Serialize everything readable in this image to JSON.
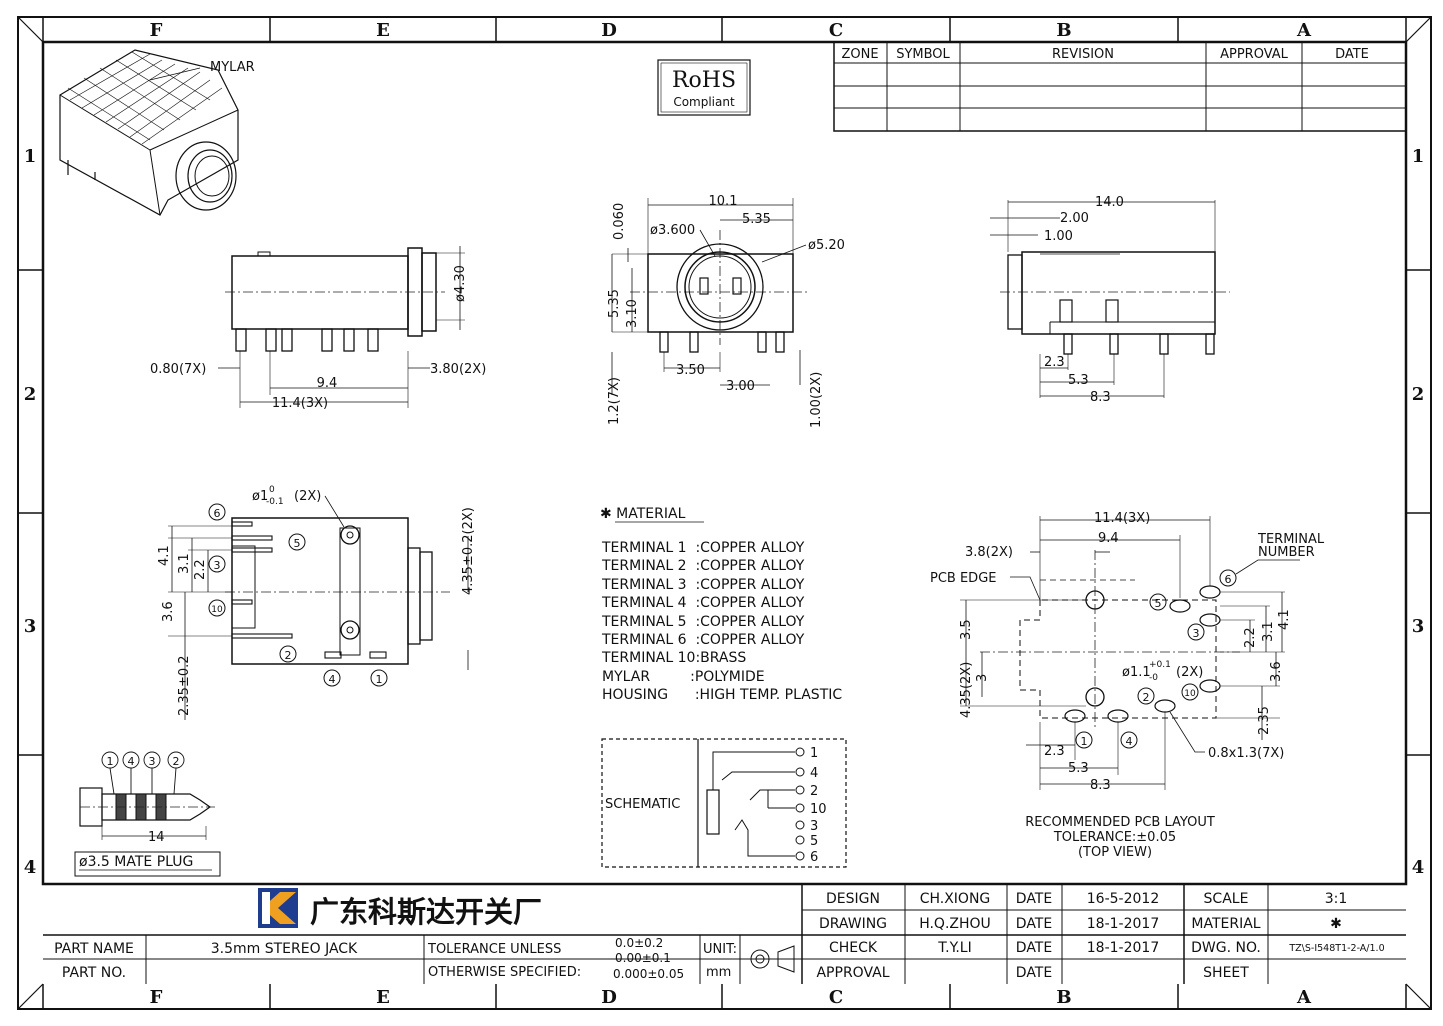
{
  "border": {
    "columns": [
      "F",
      "E",
      "D",
      "C",
      "B",
      "A"
    ],
    "rows": [
      "1",
      "2",
      "3",
      "4"
    ]
  },
  "revision_table": {
    "headers": [
      "ZONE",
      "SYMBOL",
      "REVISION",
      "APPROVAL",
      "DATE"
    ]
  },
  "rohs": {
    "line1": "RoHS",
    "line2": "Compliant"
  },
  "iso_view": {
    "mylar_label": "MYLAR"
  },
  "side_view": {
    "dia": "ø4.30",
    "pin_w": "0.80(7X)",
    "pin_r": "3.80(2X)",
    "span1": "9.4",
    "span2": "11.4(3X)"
  },
  "front_view": {
    "width": "10.1",
    "half": "5.35",
    "d1": "ø3.600",
    "d2": "ø5.20",
    "top": "0.060",
    "h1": "5.35",
    "h2": "3.10",
    "p1": "3.50",
    "p2": "3.00",
    "pin1": "1.2(7X)",
    "pin2": "1.00(2X)"
  },
  "right_view": {
    "width": "14.0",
    "d1": "2.00",
    "d2": "1.00",
    "s1": "2.3",
    "s2": "5.3",
    "s3": "8.3"
  },
  "bottom_view": {
    "hole": "ø1",
    "hole_tol_up": "0",
    "hole_tol_dn": "-0.1",
    "hole_qty": "(2X)",
    "right_dim": "4.35±0.2(2X)",
    "d41": "4.1",
    "d31": "3.1",
    "d22": "2.2",
    "d36": "3.6",
    "bot": "2.35±0.2",
    "terminals": [
      "6",
      "5",
      "3",
      "10",
      "2",
      "4",
      "1"
    ]
  },
  "material": {
    "title": "✱ MATERIAL",
    "lines": [
      "TERMINAL 1  :COPPER ALLOY",
      "TERMINAL 2  :COPPER ALLOY",
      "TERMINAL 3  :COPPER ALLOY",
      "TERMINAL 4  :COPPER ALLOY",
      "TERMINAL 5  :COPPER ALLOY",
      "TERMINAL 6  :COPPER ALLOY",
      "TERMINAL 10:BRASS",
      "MYLAR         :POLYMIDE",
      "HOUSING      :HIGH TEMP. PLASTIC"
    ]
  },
  "schematic": {
    "label": "SCHEMATIC",
    "pins": [
      "1",
      "4",
      "2",
      "10",
      "3",
      "5",
      "6"
    ]
  },
  "plug": {
    "label": "ø3.5 MATE PLUG",
    "length": "14",
    "rings": [
      "1",
      "4",
      "3",
      "2"
    ]
  },
  "pcb": {
    "w1": "11.4(3X)",
    "w2": "9.4",
    "d38": "3.8(2X)",
    "edge": "PCB EDGE",
    "term_num1": "TERMINAL",
    "term_num2": "NUMBER",
    "hole": "ø1.1",
    "hole_tol_up": "+0.1",
    "hole_tol_dn": "-0",
    "hole_qty": "(2X)",
    "pad": "0.8x1.3(7X)",
    "r1": "2.2",
    "r2": "3.1",
    "r3": "4.1",
    "r4": "3.6",
    "r5": "2.35",
    "l1": "3.5",
    "l2": "4.35(2X)",
    "l3": "3",
    "b1": "2.3",
    "b2": "5.3",
    "b3": "8.3",
    "caption1": "RECOMMENDED PCB LAYOUT",
    "caption2": "TOLERANCE:±0.05",
    "caption3": "(TOP VIEW)",
    "terminals": [
      "6",
      "5",
      "3",
      "10",
      "2",
      "1",
      "4"
    ]
  },
  "title_block": {
    "company": "广东科斯达开关厂",
    "part_name_label": "PART NAME",
    "part_name": "3.5mm STEREO JACK",
    "part_no_label": "PART NO.",
    "tol1": "TOLERANCE UNLESS",
    "tol2": "OTHERWISE SPECIFIED:",
    "tol_v1": "0.0±0.2",
    "tol_v2": "0.00±0.1",
    "tol_v3": "0.000±0.05",
    "unit_label": "UNIT:",
    "unit": "mm",
    "rows": [
      {
        "role": "DESIGN",
        "name": "CH.XIONG",
        "date_label": "DATE",
        "date": "16-5-2012",
        "k": "SCALE",
        "v": "3:1"
      },
      {
        "role": "DRAWING",
        "name": "H.Q.ZHOU",
        "date_label": "DATE",
        "date": "18-1-2017",
        "k": "MATERIAL",
        "v": "✱"
      },
      {
        "role": "CHECK",
        "name": "T.Y.LI",
        "date_label": "DATE",
        "date": "18-1-2017",
        "k": "DWG. NO.",
        "v": "TZ\\S-I548T1-2-A/1.0"
      },
      {
        "role": "APPROVAL",
        "name": "",
        "date_label": "DATE",
        "date": "",
        "k": "SHEET",
        "v": ""
      }
    ]
  }
}
